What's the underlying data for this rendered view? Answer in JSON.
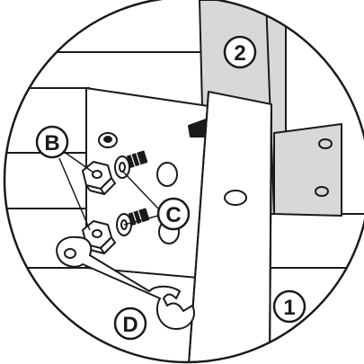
{
  "diagram": {
    "callouts": {
      "part_1": "1",
      "part_2": "2",
      "part_b": "B",
      "part_c": "C",
      "part_d": "D"
    },
    "colors": {
      "line": "#1a1a1a",
      "panel_fill": "#ffffff",
      "bracket_fill": "#d8d8d8",
      "background": "#ffffff"
    },
    "icons": [
      "hex-nut-icon",
      "washer-icon",
      "bolt-icon",
      "open-end-wrench-icon",
      "bracket-icon"
    ]
  }
}
